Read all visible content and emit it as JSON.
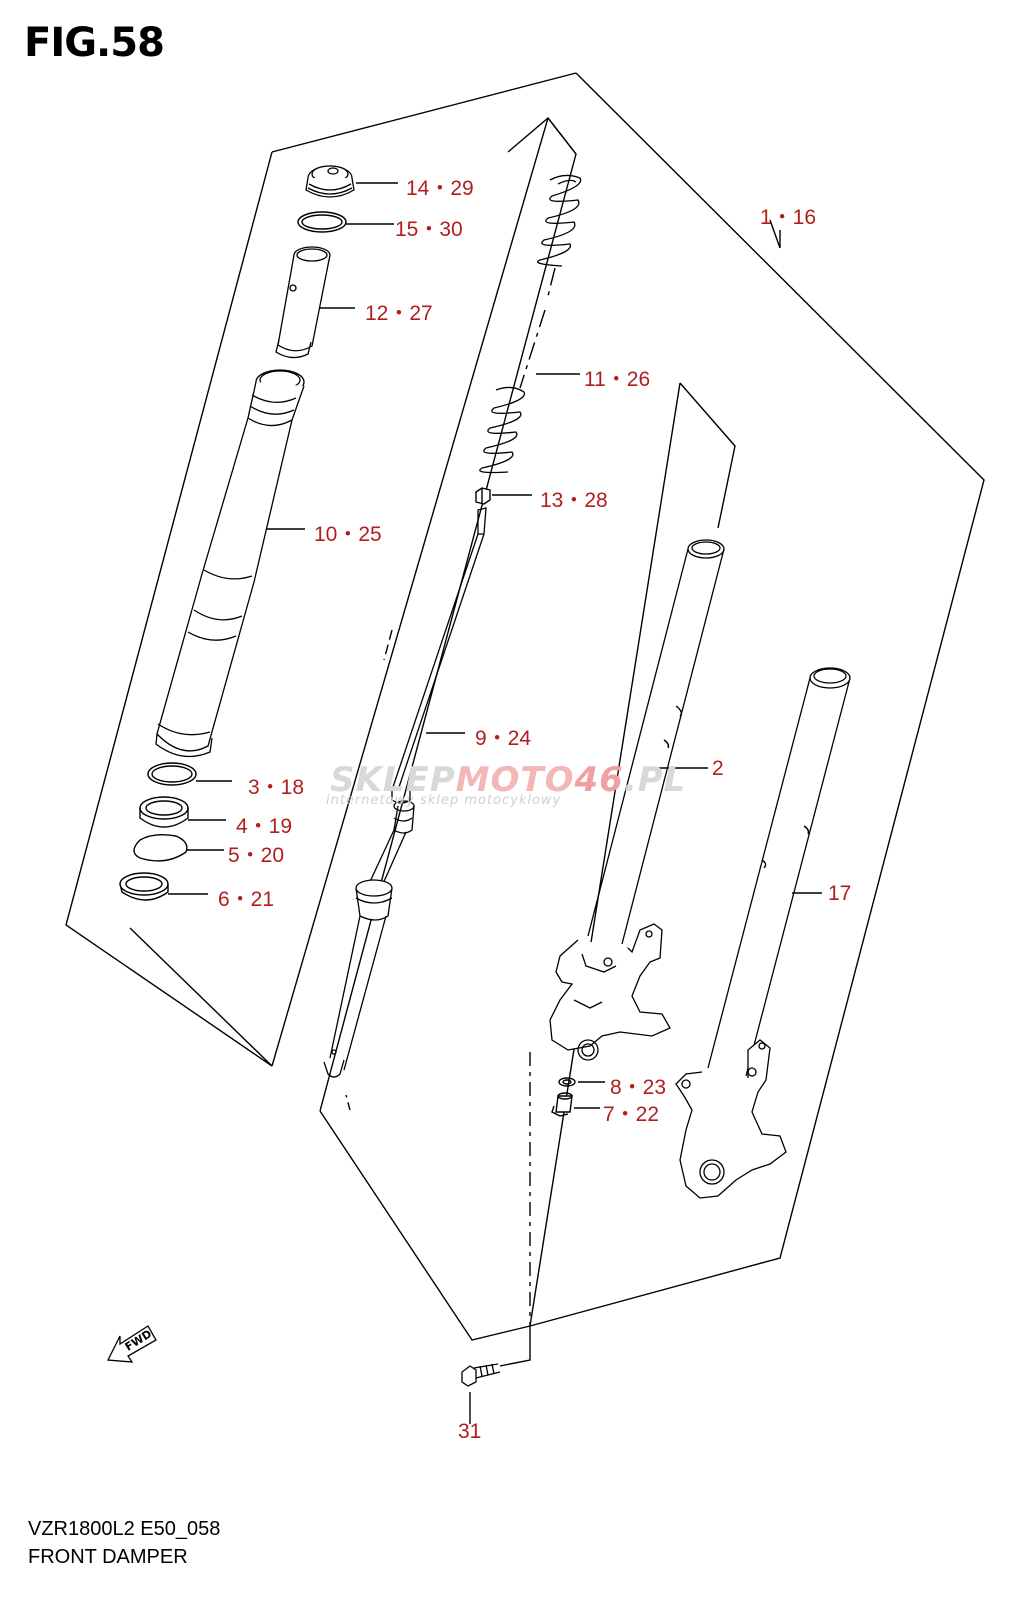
{
  "figure": {
    "title": "FIG.58",
    "model_code": "VZR1800L2 E50_058",
    "name": "FRONT DAMPER"
  },
  "watermark": {
    "text_a": "SKLEP",
    "text_b": "MOTO",
    "text_c": "46",
    "text_d": ".PL",
    "subtext": "internetowy sklep motocyklowy"
  },
  "fwd_arrow_label": "FWD",
  "callouts": [
    {
      "id": "14-29",
      "label": "14・29"
    },
    {
      "id": "15-30",
      "label": "15・30"
    },
    {
      "id": "12-27",
      "label": "12・27"
    },
    {
      "id": "10-25",
      "label": "10・25"
    },
    {
      "id": "3-18",
      "label": "3・18"
    },
    {
      "id": "4-19",
      "label": "4・19"
    },
    {
      "id": "5-20",
      "label": "5・20"
    },
    {
      "id": "6-21",
      "label": "6・21"
    },
    {
      "id": "11-26",
      "label": "11・26"
    },
    {
      "id": "13-28",
      "label": "13・28"
    },
    {
      "id": "9-24",
      "label": "9・24"
    },
    {
      "id": "1-16",
      "label": "1・16"
    },
    {
      "id": "2",
      "label": "2"
    },
    {
      "id": "17",
      "label": "17"
    },
    {
      "id": "8-23",
      "label": "8・23"
    },
    {
      "id": "7-22",
      "label": "7・22"
    },
    {
      "id": "31",
      "label": "31"
    }
  ],
  "colors": {
    "callout_text": "#b01e1e",
    "line": "#000000",
    "watermark_highlight": "#e04040"
  }
}
